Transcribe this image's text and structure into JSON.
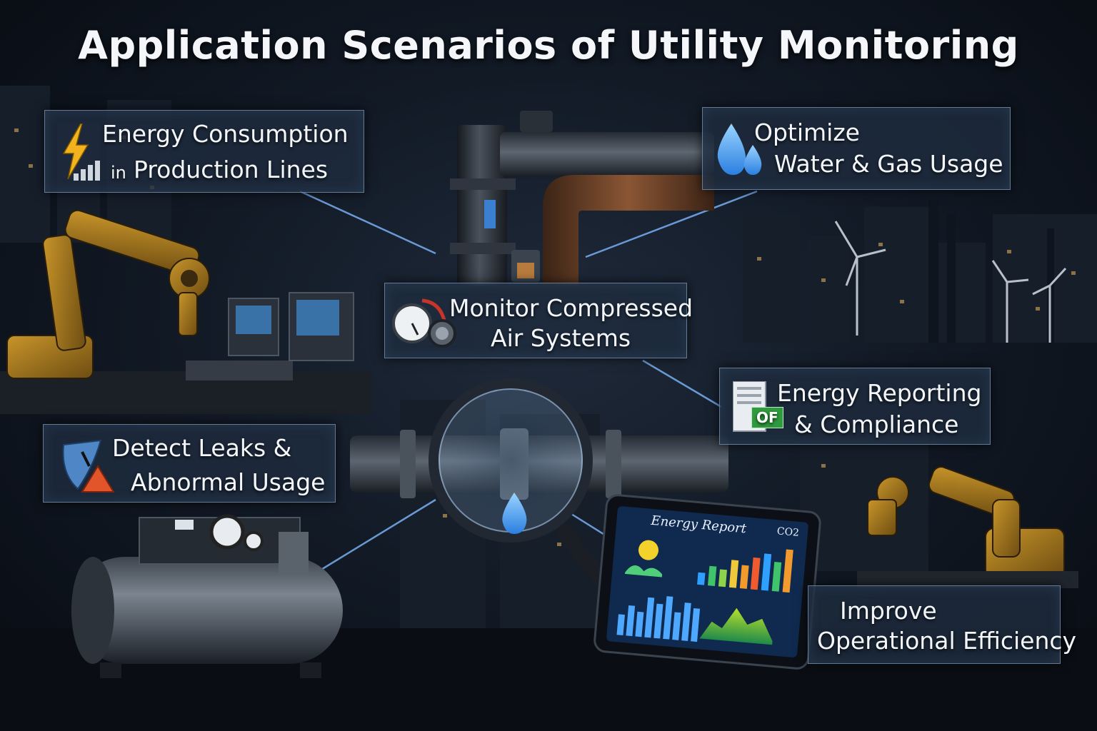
{
  "title": "Application Scenarios of Utility Monitoring",
  "cards": {
    "energy": {
      "line1": "Energy Consumption",
      "prefix": "in",
      "line2": "Production Lines"
    },
    "water": {
      "line1": "Optimize",
      "line2": "Water & Gas Usage"
    },
    "air": {
      "line1": "Monitor Compressed",
      "line2": "Air Systems"
    },
    "reporting": {
      "line1": "Energy Reporting",
      "line2": "& Compliance",
      "badge": "OF"
    },
    "leaks": {
      "line1": "Detect Leaks &",
      "line2": "Abnormal Usage"
    },
    "efficiency": {
      "line1": "Improve",
      "line2": "Operational Efficiency"
    }
  },
  "tablet": {
    "heading": "Energy Report",
    "badge": "CO2"
  },
  "tablet_charts": {
    "top_bars": [
      20,
      32,
      28,
      45,
      38,
      52,
      60,
      48,
      70
    ],
    "bottom_bars": [
      30,
      44,
      36,
      58,
      50,
      62,
      40,
      55,
      48
    ]
  },
  "colors": {
    "accent": "#5aa8ff",
    "panel": "#1e2c3e",
    "bolt": "#f2b31e",
    "drop": "#4aa0ff"
  }
}
